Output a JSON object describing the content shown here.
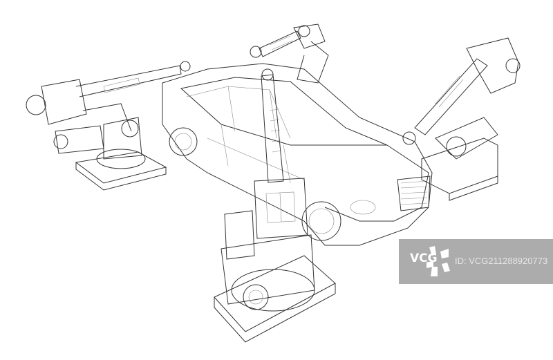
{
  "illustration": {
    "subject": "car-with-robot-arms-wireframe",
    "line_color": "#333333"
  },
  "watermark": {
    "logo": "VCG",
    "id_text": "ID: VCG211288920773",
    "background": "#acacac"
  }
}
